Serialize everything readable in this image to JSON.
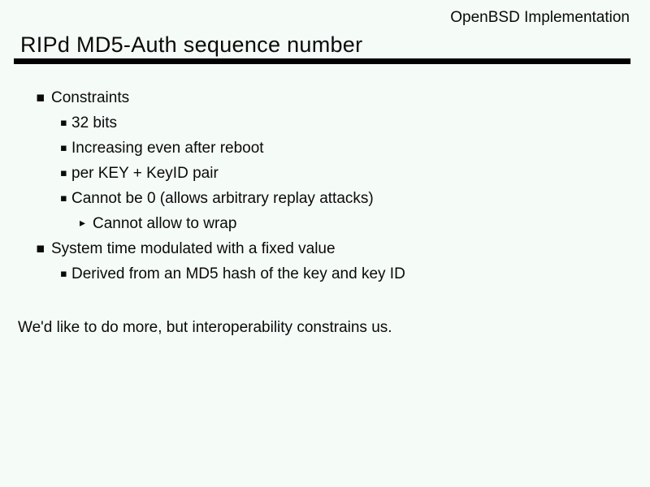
{
  "slide": {
    "header_right": "OpenBSD Implementation",
    "title": "RIPd MD5-Auth sequence number",
    "bullets": [
      {
        "level": 1,
        "glyph": "square-bullet",
        "text": "Constraints"
      },
      {
        "level": 2,
        "glyph": "square-bullet",
        "text": "32 bits"
      },
      {
        "level": 2,
        "glyph": "square-bullet",
        "text": "Increasing even after reboot"
      },
      {
        "level": 2,
        "glyph": "square-bullet",
        "text": "per KEY + KeyID pair"
      },
      {
        "level": 2,
        "glyph": "square-bullet",
        "text": "Cannot be 0 (allows arbitrary replay attacks)"
      },
      {
        "level": 3,
        "glyph": "triangle-bullet",
        "text": "Cannot allow to wrap"
      },
      {
        "level": 1,
        "glyph": "square-bullet",
        "text": "System time modulated with a fixed value"
      },
      {
        "level": 2,
        "glyph": "square-bullet",
        "text": "Derived from an MD5 hash of the key and key ID"
      }
    ],
    "footer_note": "We'd like to do more, but interoperability constrains us.",
    "bullet_glyphs": {
      "square-bullet": "▪",
      "triangle-bullet": "▸"
    },
    "colors": {
      "background": "#f5fbf6",
      "text": "#0a0a0a",
      "divider": "#000000"
    }
  }
}
